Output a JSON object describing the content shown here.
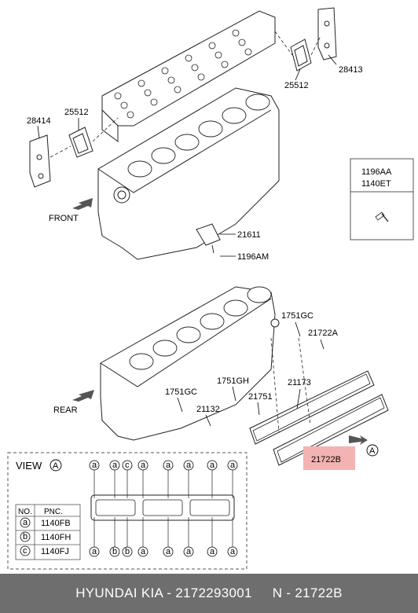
{
  "parts": {
    "p28413": "28413",
    "p25512_top": "25512",
    "p28414": "28414",
    "p25512_left": "25512",
    "p21611": "21611",
    "p1196AM": "1196AM",
    "p1751GC_top": "1751GC",
    "p21722A": "21722A",
    "p1751GH": "1751GH",
    "p21173": "21173",
    "p1751GC_low": "1751GC",
    "p21751": "21751",
    "p21132": "21132",
    "p21722B": "21722B"
  },
  "front_label": "FRONT",
  "rear_label": "REAR",
  "inset_box": {
    "line1": "1196AA",
    "line2": "1140ET"
  },
  "view_callout": "A",
  "view_panel": {
    "title": "VIEW",
    "circle_letter": "A",
    "headers": {
      "no": "NO.",
      "pnc": "PNC."
    },
    "rows": [
      {
        "no": "a",
        "pnc": "1140FB"
      },
      {
        "no": "b",
        "pnc": "1140FH"
      },
      {
        "no": "c",
        "pnc": "1140FJ"
      }
    ],
    "top_letters": [
      "a",
      "a",
      "c",
      "a",
      "a",
      "a",
      "a",
      "a"
    ],
    "bottom_letters": [
      "a",
      "b",
      "b",
      "a",
      "a",
      "a",
      "a",
      "a"
    ]
  },
  "highlight_color": "#f4b3b3",
  "footer": {
    "brand": "HYUNDAI  KIA - 2172293001",
    "part": "N - 21722B"
  }
}
